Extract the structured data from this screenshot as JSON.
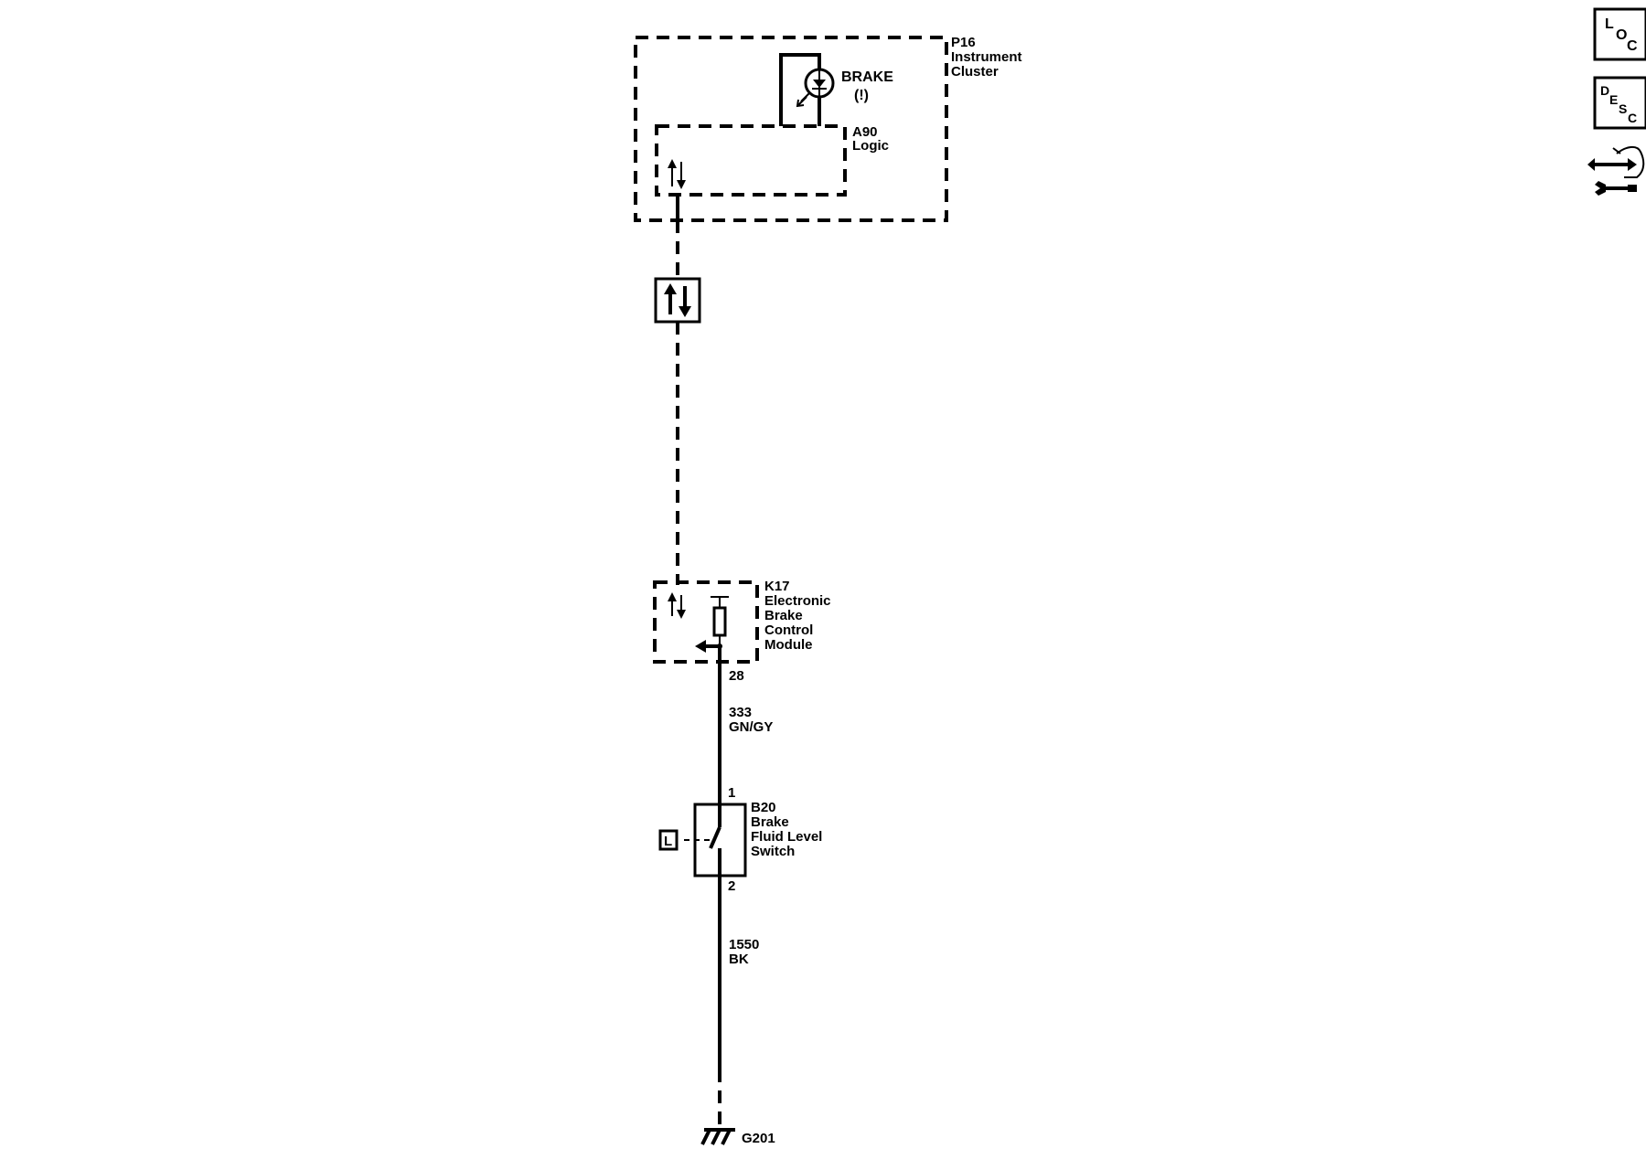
{
  "components": {
    "p16": {
      "id": "P16",
      "name_line1": "Instrument",
      "name_line2": "Cluster"
    },
    "brake_lamp": {
      "label": "BRAKE",
      "symbol": "(!)"
    },
    "a90": {
      "id": "A90",
      "name": "Logic"
    },
    "k17": {
      "id": "K17",
      "name_lines": [
        "Electronic",
        "Brake",
        "Control",
        "Module"
      ],
      "pin": "28"
    },
    "b20": {
      "id": "B20",
      "name_lines": [
        "Brake",
        "Fluid Level",
        "Switch"
      ],
      "pin_top": "1",
      "pin_bottom": "2",
      "loc_tag": "L"
    },
    "g201": {
      "id": "G201"
    }
  },
  "wires": {
    "upper": {
      "circuit": "333",
      "color": "GN/GY"
    },
    "lower": {
      "circuit": "1550",
      "color": "BK"
    }
  },
  "side_icons": {
    "loc": {
      "letters": [
        "L",
        "O",
        "C"
      ]
    },
    "desc": {
      "letters": [
        "D",
        "E",
        "S",
        "C"
      ]
    },
    "hand_tool": {
      "icon": "hand-wrench-icon"
    }
  }
}
